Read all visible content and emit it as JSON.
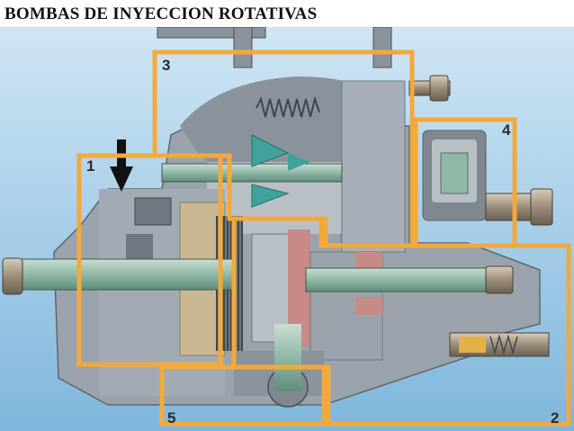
{
  "title": "BOMBAS DE INYECCION ROTATIVAS",
  "zones": [
    {
      "label": "1"
    },
    {
      "label": "2"
    },
    {
      "label": "3"
    },
    {
      "label": "4"
    },
    {
      "label": "5"
    }
  ],
  "colors": {
    "sky_top": "#cfe6f4",
    "sky_bottom": "#7fb6dc",
    "housing": "#9aa3ab",
    "housing_dark": "#6f7880",
    "housing_light": "#b8c0c6",
    "shaft": "#8fb8a6",
    "bolt": "#9b8d7a",
    "accent_red": "#c78a86",
    "accent_teal": "#3fa39c",
    "frame": "#f2a93b"
  }
}
